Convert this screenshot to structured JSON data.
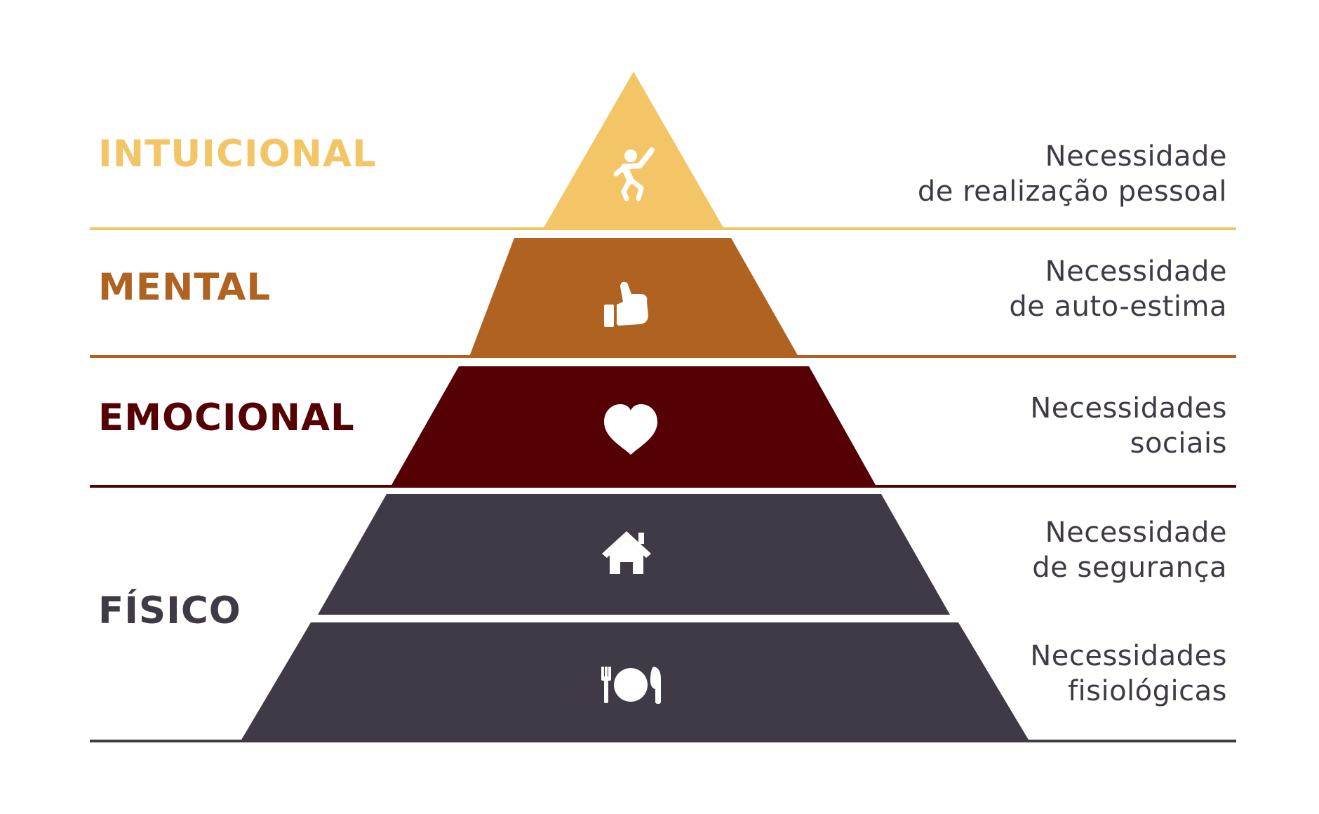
{
  "colors": {
    "intuitive": "#f3c567",
    "mental": "#b06220",
    "emotional": "#540004",
    "physical": "#403a46",
    "icon": "#ffffff"
  },
  "categories": [
    {
      "label": "INTUICIONAL",
      "color": "#f3c567"
    },
    {
      "label": "MENTAL",
      "color": "#b06220"
    },
    {
      "label": "EMOCIONAL",
      "color": "#540004"
    },
    {
      "label": "FÍSICO",
      "color": "#403a46"
    }
  ],
  "levels": [
    {
      "need_line1": "Necessidade",
      "need_line2": "de realização pessoal",
      "icon": "person-celebrating-icon",
      "color": "#f3c567"
    },
    {
      "need_line1": "Necessidade",
      "need_line2": "de auto-estima",
      "icon": "thumbs-up-icon",
      "color": "#b06220"
    },
    {
      "need_line1": "Necessidades",
      "need_line2": "sociais",
      "icon": "heart-icon",
      "color": "#540004"
    },
    {
      "need_line1": "Necessidade",
      "need_line2": "de segurança",
      "icon": "house-icon",
      "color": "#403a46"
    },
    {
      "need_line1": "Necessidades",
      "need_line2": "fisiológicas",
      "icon": "plate-cutlery-icon",
      "color": "#403a46"
    }
  ]
}
